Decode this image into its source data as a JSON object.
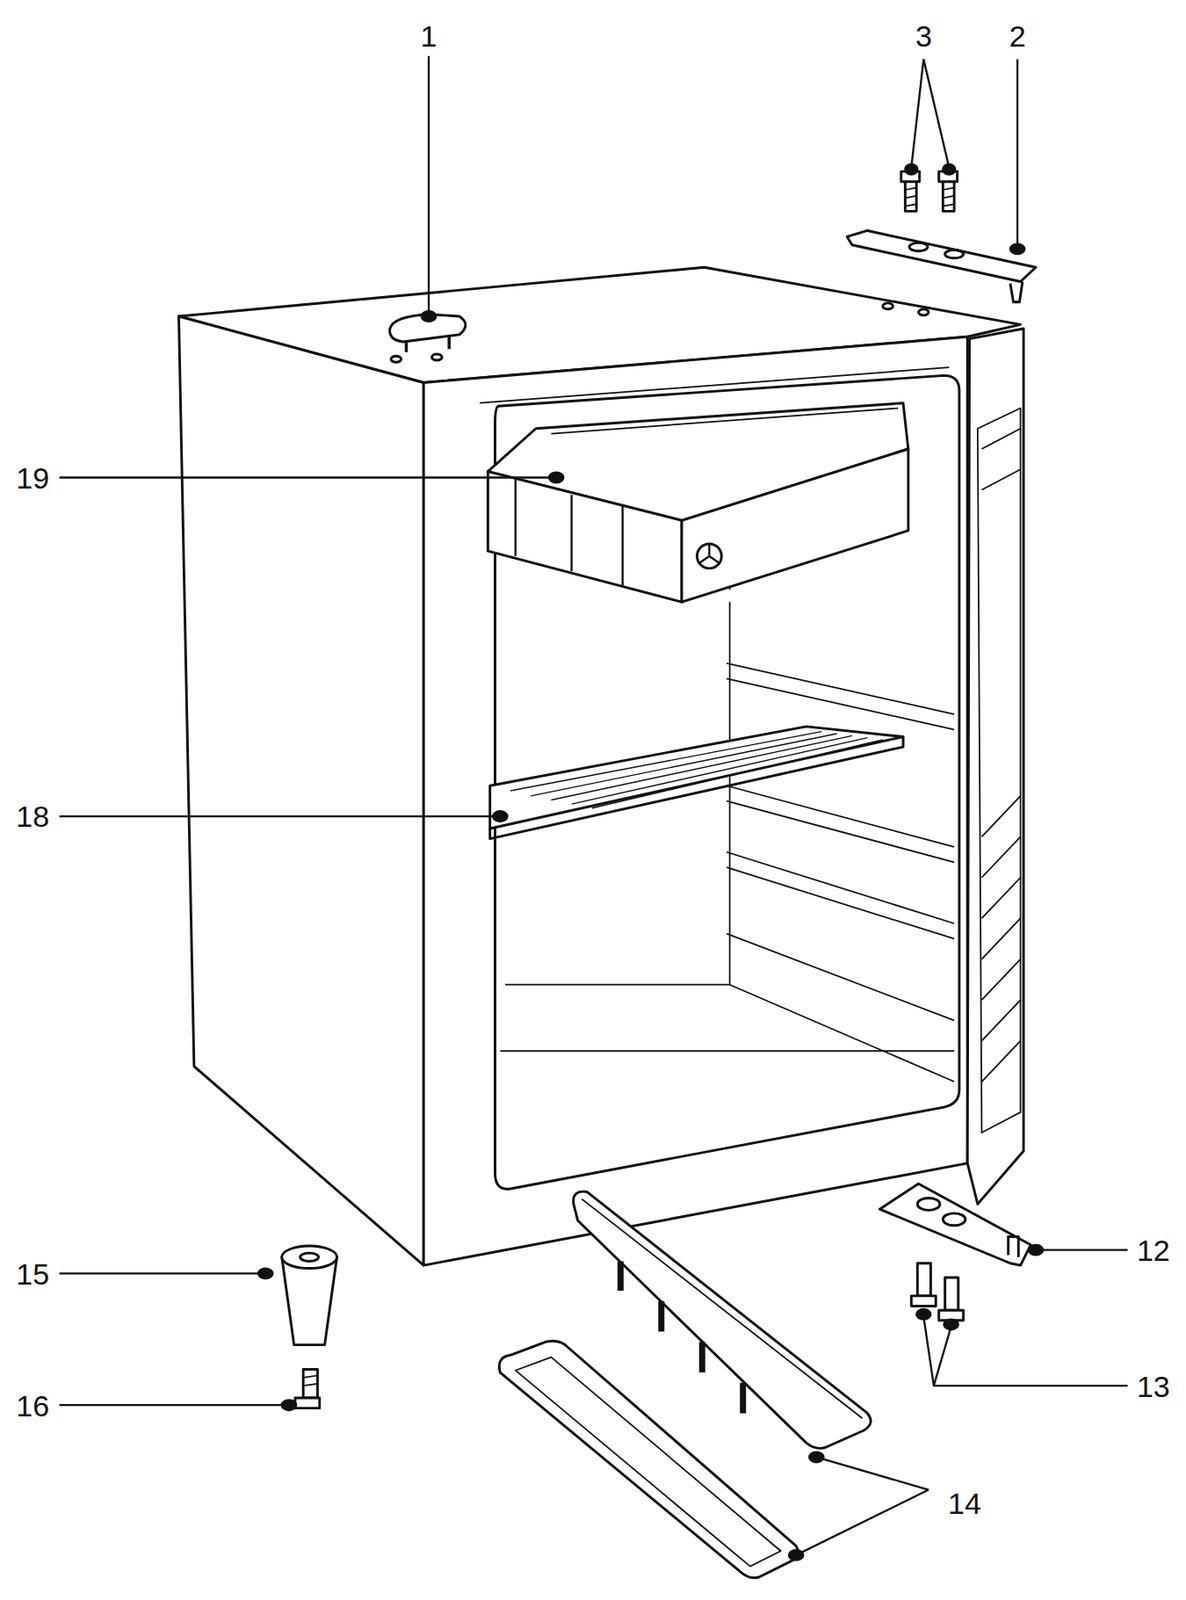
{
  "diagram": {
    "labels": [
      "1",
      "3",
      "2",
      "19",
      "18",
      "12",
      "15",
      "13",
      "16",
      "14"
    ]
  }
}
